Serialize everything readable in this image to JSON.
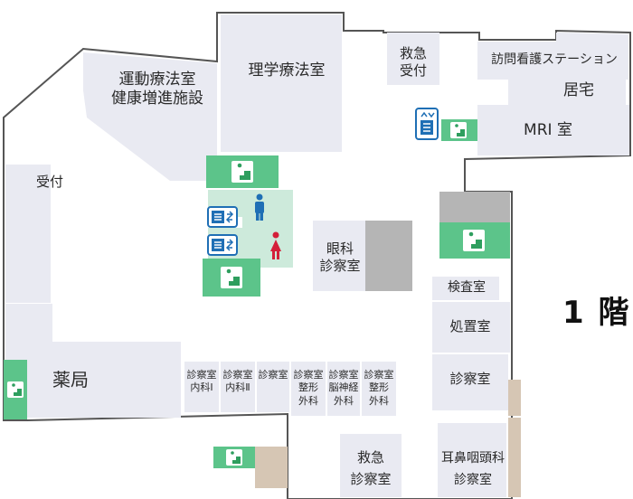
{
  "floor": "1 階",
  "rooms": {
    "rehab_line1": "運動療法室",
    "rehab_line2": "健康増進施設",
    "pt": "理学療法室",
    "er_reception_line1": "救急",
    "er_reception_line2": "受付",
    "visiting_nurse": "訪問看護ステーション",
    "home_care": "居宅",
    "mri": "MRI 室",
    "reception": "受付",
    "ophthalmology_line1": "眼科",
    "ophthalmology_line2": "診察室",
    "exam_room": "検査室",
    "treatment": "処置室",
    "consult_right": "診察室",
    "pharmacy": "薬局",
    "im1_line1": "診察室",
    "im1_line2": "内科Ⅰ",
    "im2_line1": "診察室",
    "im2_line2": "内科Ⅱ",
    "consult_small": "診察室",
    "ortho1_line1": "診察室",
    "ortho1_line2": "整形",
    "ortho1_line3": "外科",
    "neuro_line1": "診察室",
    "neuro_line2": "脳神経",
    "neuro_line3": "外科",
    "ortho2_line1": "診察室",
    "ortho2_line2": "整形",
    "ortho2_line3": "外科",
    "er_consult_line1": "救急",
    "er_consult_line2": "診察室",
    "ent_line1": "耳鼻咽頭科",
    "ent_line2": "診察室"
  },
  "colors": {
    "room": "#e9eaf2",
    "wall": "#555555",
    "stairs": "#5cc48a",
    "restroom": "#cdeadb",
    "shaft": "#b5b5b5",
    "tan": "#d6c6b4",
    "male": "#1f6fb5",
    "female": "#d4203a",
    "elevator": "#1f6fb5"
  },
  "icons": {
    "stairs": "stairs-icon",
    "elevator": "elevator-icon",
    "male": "male-restroom-icon",
    "female": "female-restroom-icon"
  }
}
